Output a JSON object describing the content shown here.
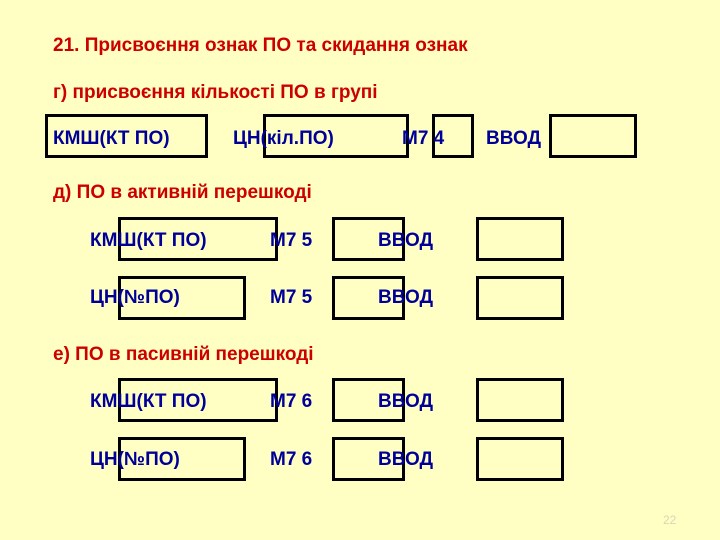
{
  "title": "21. Присвоєння ознак ПО та скидання ознак",
  "section_g": {
    "heading": "г) присвоєння кількості ПО в групі",
    "kmsh": "КМШ(КТ ПО)",
    "cn": "ЦН(кіл.ПО)",
    "mode": "М7 4",
    "enter": "ВВОД"
  },
  "section_d": {
    "heading": "д) ПО в активній перешкоді",
    "row1": {
      "label": "КМШ(КТ ПО)",
      "mode": "М7 5",
      "enter": "ВВОД"
    },
    "row2": {
      "label": "ЦН(№ПО)",
      "mode": "М7 5",
      "enter": "ВВОД"
    }
  },
  "section_e": {
    "heading": "е) ПО в пасивній перешкоді",
    "row1": {
      "label": "КМШ(КТ ПО)",
      "mode": "М7 6",
      "enter": "ВВОД"
    },
    "row2": {
      "label": "ЦН(№ПО)",
      "mode": "М7 6",
      "enter": "ВВОД"
    }
  },
  "slide_number": "22"
}
